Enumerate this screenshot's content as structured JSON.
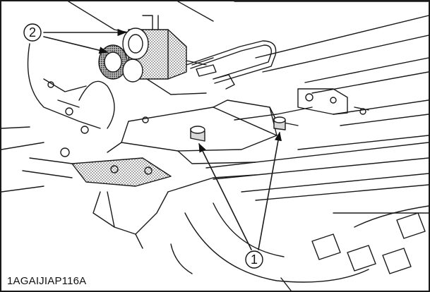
{
  "figure": {
    "code": "1AGAIJIAP116A",
    "callouts": [
      {
        "id": "1",
        "label": "①"
      },
      {
        "id": "2",
        "label": "②"
      }
    ],
    "colors": {
      "line": "#1a1a1a",
      "hatch": "#7a7a7a",
      "background": "#ffffff"
    }
  }
}
